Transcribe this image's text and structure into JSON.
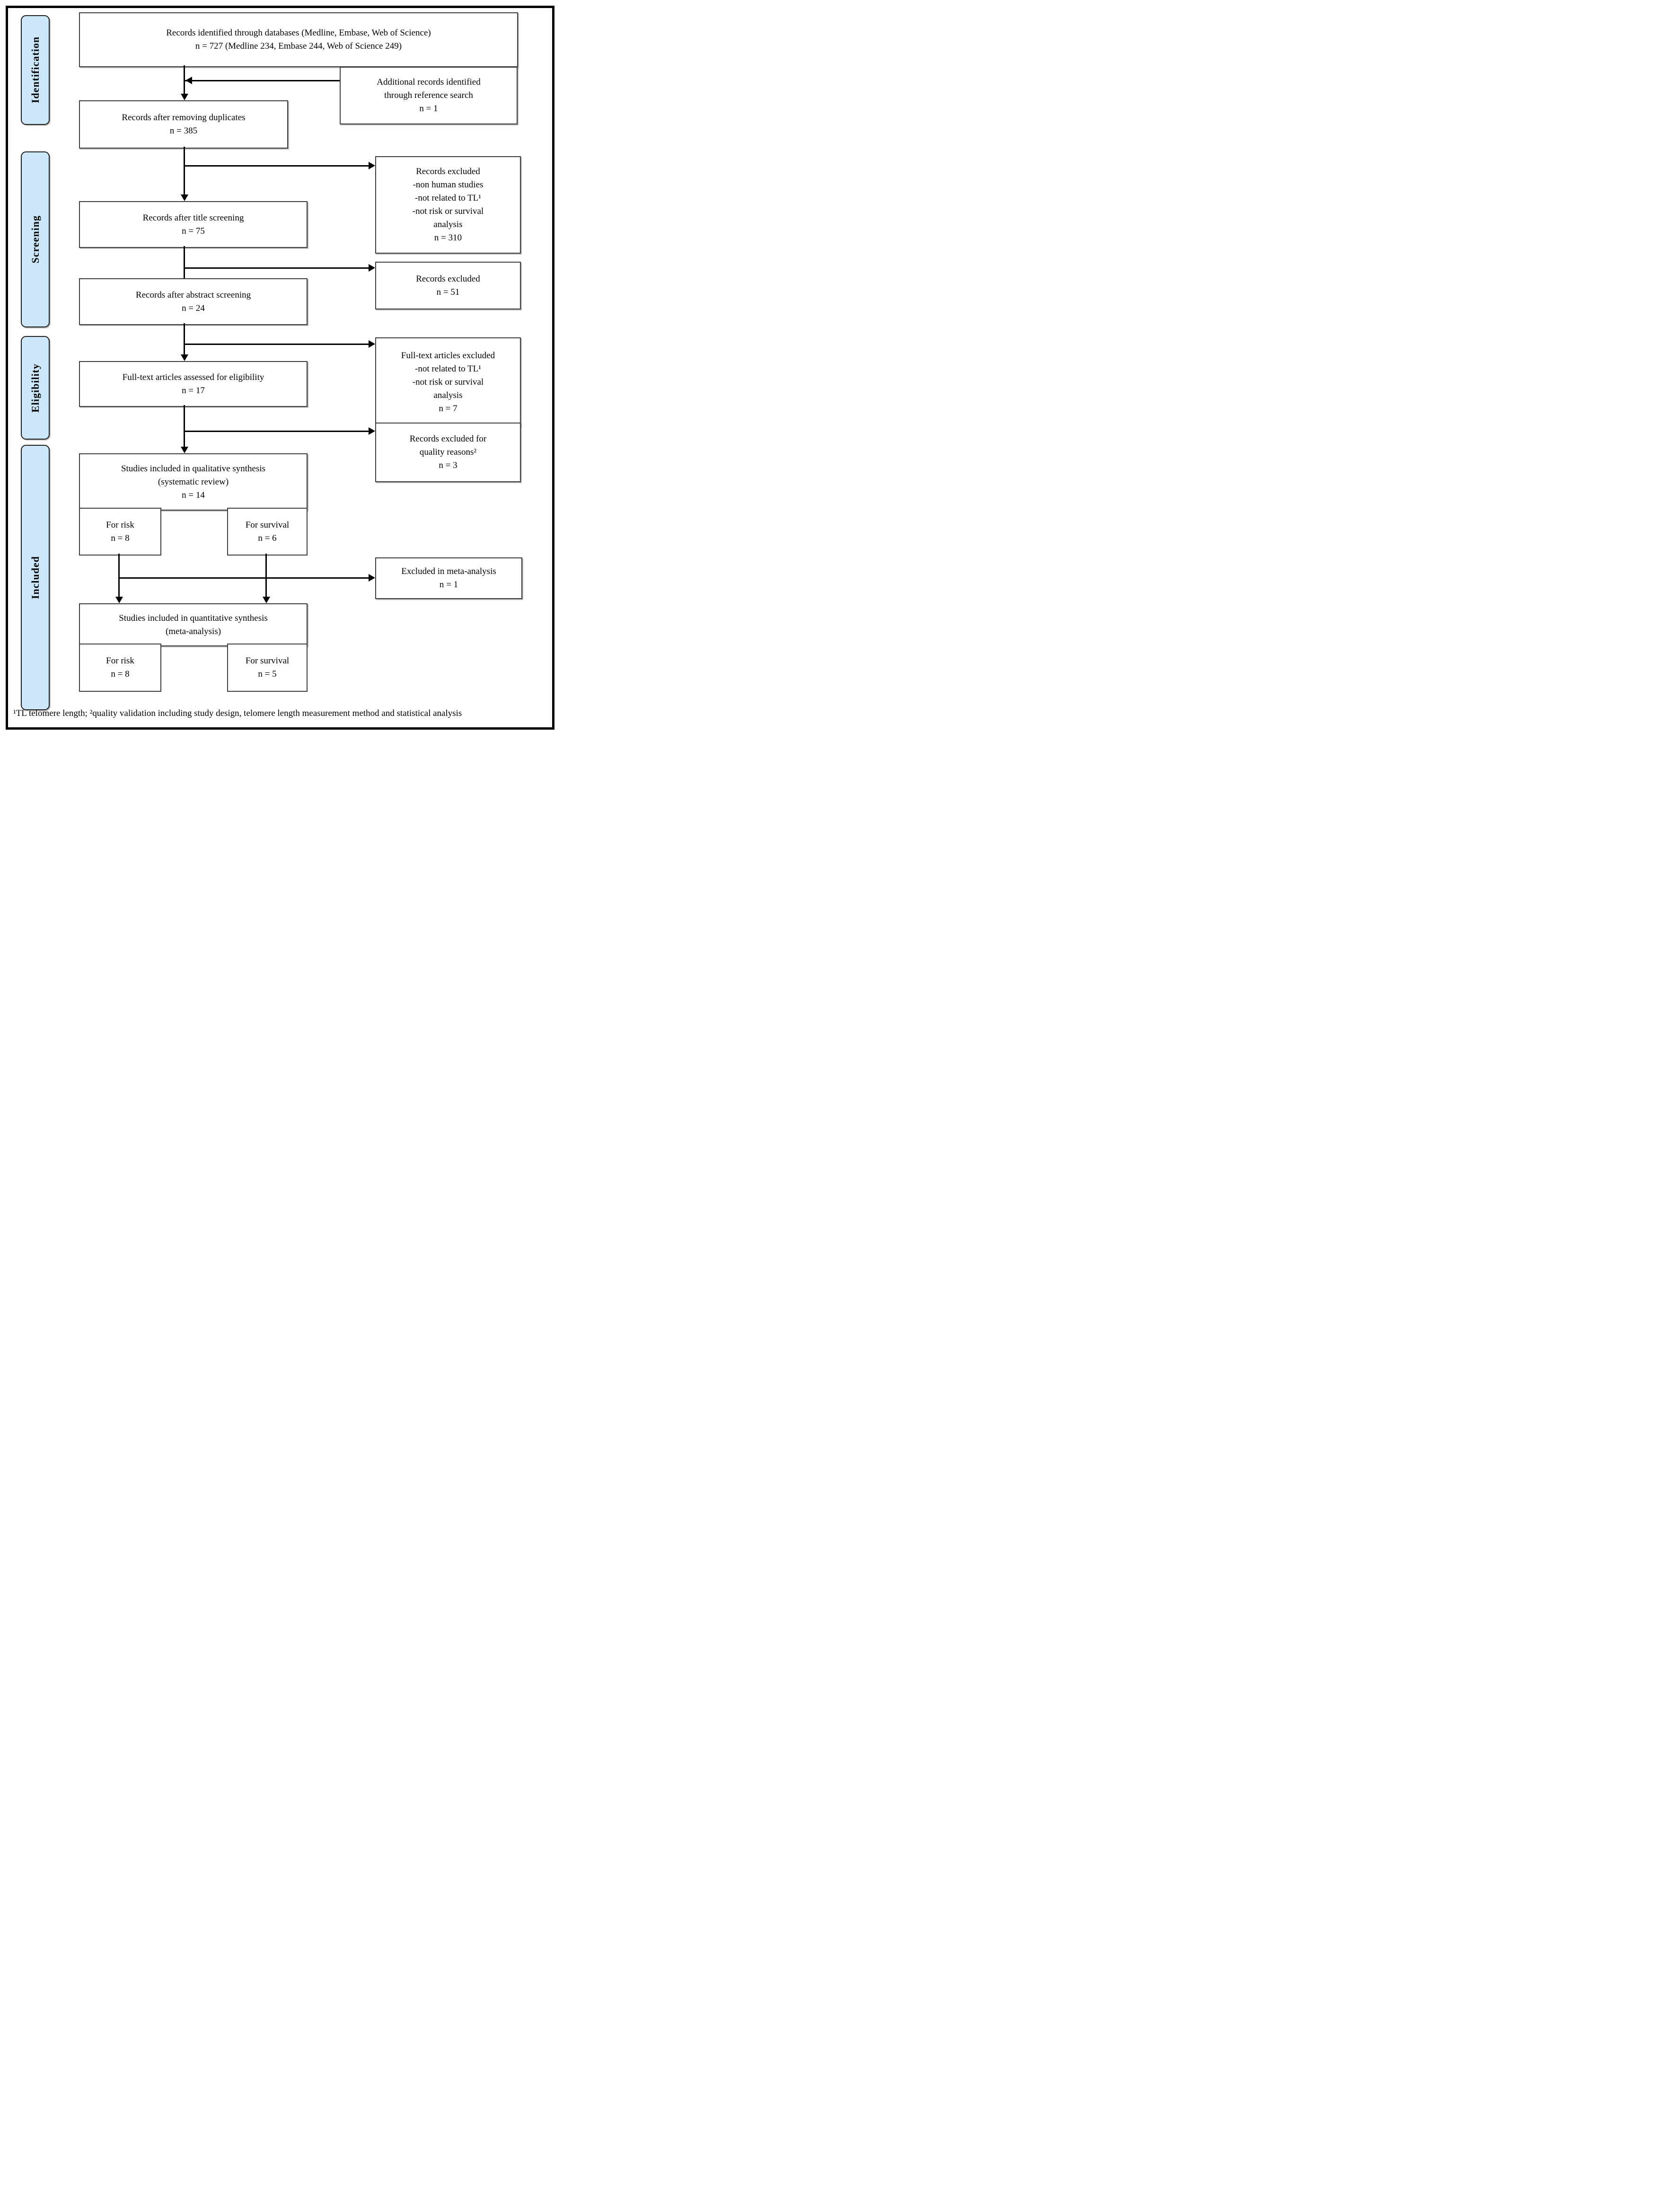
{
  "sidebar": {
    "stage_fill": "#CDE7FA",
    "stages": [
      {
        "label": "Identification"
      },
      {
        "label": "Screening"
      },
      {
        "label": "Eligibility"
      },
      {
        "label": "Included"
      }
    ]
  },
  "boxes": {
    "identified": {
      "lines": [
        "Records identified through databases (Medline, Embase, Web of Science)",
        "n = 727 (Medline 234, Embase 244, Web of Science 249)"
      ]
    },
    "additional": {
      "lines": [
        "Additional records identified",
        "through reference search",
        "n = 1"
      ]
    },
    "dedup": {
      "lines": [
        "Records after removing duplicates",
        "n = 385"
      ]
    },
    "title_screen": {
      "lines": [
        "Records after title screening",
        "n = 75"
      ]
    },
    "excl_title": {
      "lines": [
        "Records excluded",
        "-non human studies",
        "-not related to TL¹",
        "-not risk or survival",
        "analysis",
        "n = 310"
      ]
    },
    "abstract_screen": {
      "lines": [
        "Records after abstract screening",
        "n = 24"
      ]
    },
    "excl_abstract": {
      "lines": [
        "Records excluded",
        "n = 51"
      ]
    },
    "fulltext": {
      "lines": [
        "Full-text articles assessed for eligibility",
        "n = 17"
      ]
    },
    "excl_fulltext": {
      "lines": [
        "Full-text articles excluded",
        "-not related to TL¹",
        "-not risk or survival",
        "analysis",
        "n = 7"
      ]
    },
    "qualitative": {
      "lines": [
        "Studies included in qualitative synthesis",
        "(systematic review)",
        "n = 14"
      ]
    },
    "excl_quality": {
      "lines": [
        "Records excluded for",
        "quality reasons²",
        "n = 3"
      ]
    },
    "qual_risk": {
      "lines": [
        "For risk",
        "n = 8"
      ]
    },
    "qual_survival": {
      "lines": [
        "For survival",
        "n = 6"
      ]
    },
    "excl_meta": {
      "lines": [
        "Excluded in meta-analysis",
        "n = 1"
      ]
    },
    "quantitative": {
      "lines": [
        "Studies included in quantitative synthesis",
        "(meta-analysis)"
      ]
    },
    "quant_risk": {
      "lines": [
        "For risk",
        "n = 8"
      ]
    },
    "quant_survival": {
      "lines": [
        "For survival",
        "n = 5"
      ]
    }
  },
  "footnote": "¹TL telomere length; ²quality validation including study design, telomere length measurement method and statistical analysis",
  "colors": {
    "line": "#000000",
    "box_border": "#3d3d3d"
  }
}
